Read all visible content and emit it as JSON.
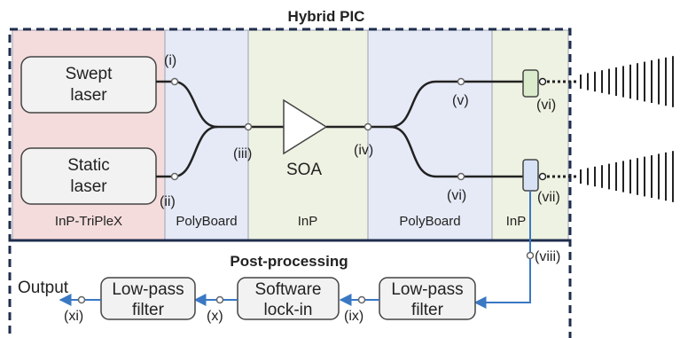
{
  "diagram": {
    "title": "Hybrid PIC",
    "regions": [
      {
        "label": "InP-TriPleX",
        "color": "#f4dcdc"
      },
      {
        "label": "PolyBoard",
        "color": "#e6eaf6"
      },
      {
        "label": "InP",
        "color": "#eef2e2"
      },
      {
        "label": "PolyBoard",
        "color": "#e6eaf6"
      },
      {
        "label": "InP",
        "color": "#eef2e2"
      }
    ],
    "blocks": {
      "swept_laser": [
        "Swept",
        "laser"
      ],
      "static_laser": [
        "Static",
        "laser"
      ],
      "soa": "SOA",
      "lp_filter_left": [
        "Low-pass",
        "filter"
      ],
      "software_lockin": [
        "Software",
        "lock-in"
      ],
      "lp_filter_right": [
        "Low-pass",
        "filter"
      ]
    },
    "markers": {
      "i": "(i)",
      "ii": "(ii)",
      "iii": "(iii)",
      "iv": "(iv)",
      "v": "(v)",
      "vi_top": "(vi)",
      "vi_mid": "(vi)",
      "vii": "(vii)",
      "viii": "(viii)",
      "ix": "(ix)",
      "x": "(x)",
      "xi": "(xi)"
    },
    "post_processing_title": "Post-processing",
    "output_label": "Output",
    "colors": {
      "border": "#1f2d4d",
      "fiber": "#222222",
      "signal": "#3a78c4",
      "photodiode_top": "#dbeccd",
      "photodiode_bottom": "#d7e2f4"
    }
  }
}
